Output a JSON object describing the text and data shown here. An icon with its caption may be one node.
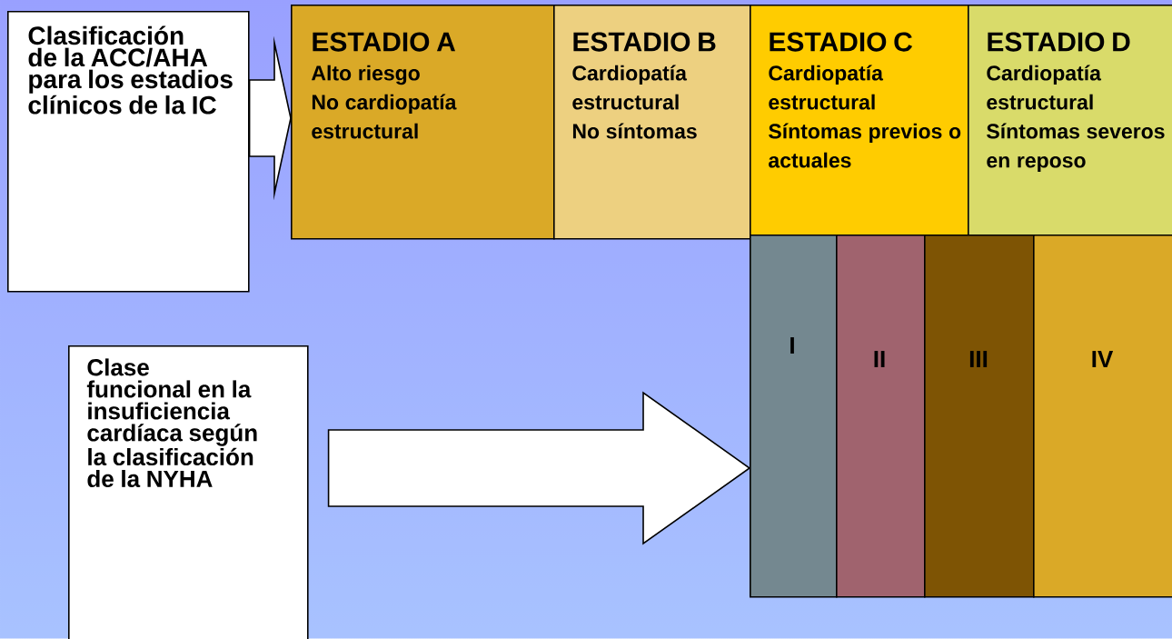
{
  "diagram": {
    "nodes": [
      {
        "text": [
          "Clasificación de la ACC/AHA para los estadios clínicos de la IC"
        ]
      },
      {
        "text": [
          "ESTADIO A",
          "Alto riesgo",
          "No cardiopatía estructural"
        ]
      },
      {
        "text": [
          "ESTADIO B",
          "Cardiopatía estructural",
          "No síntomas"
        ]
      },
      {
        "text": [
          "ESTADIO C",
          "Cardiopatía estructural",
          "Síntomas previos o actuales"
        ]
      },
      {
        "text": [
          "ESTADIO D",
          "Cardiopatía estructural",
          "Síntomas severos en reposo"
        ]
      },
      {
        "text": [
          "Clase funcional en la insuficiencia cardíaca según la clasificación de la NYHA"
        ]
      },
      {
        "text": [
          "I"
        ]
      },
      {
        "text": [
          "II"
        ]
      },
      {
        "text": [
          "III"
        ]
      },
      {
        "text": [
          "IV"
        ]
      }
    ],
    "edges": [
      {
        "from": 0,
        "to": 1,
        "arrow": "to"
      },
      {
        "from": 5,
        "to": 6,
        "arrow": "to"
      }
    ]
  }
}
